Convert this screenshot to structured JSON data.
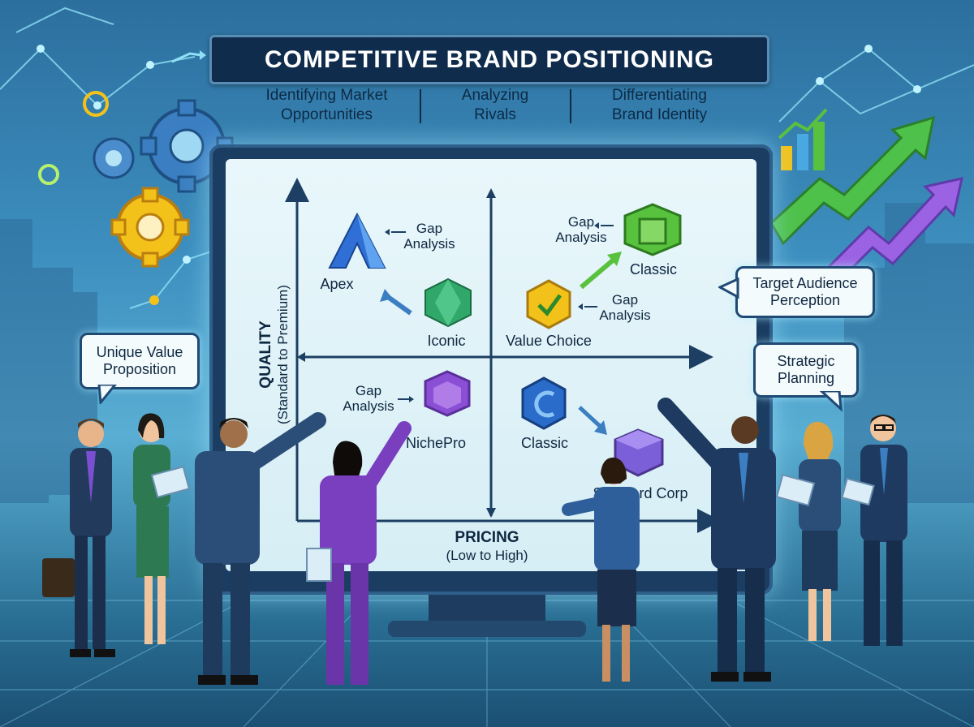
{
  "title": "COMPETITIVE BRAND POSITIONING",
  "subtitles": [
    {
      "line1": "Identifying Market",
      "line2": "Opportunities"
    },
    {
      "line1": "Analyzing",
      "line2": "Rivals"
    },
    {
      "line1": "Differentiating",
      "line2": "Brand Identity"
    }
  ],
  "chart": {
    "y_axis_title": "QUALITY",
    "y_axis_sub": "(Standard to Premium)",
    "x_axis_title": "PRICING",
    "x_axis_sub": "(Low to High)",
    "brands": {
      "apex": "Apex",
      "iconic": "Iconic",
      "value_choice": "Value Choice",
      "classic_top": "Classic",
      "nichepro": "NichePro",
      "classic_bottom": "Classic",
      "standard_corp": "Standard Corp"
    },
    "gap_labels": {
      "top_left": {
        "line1": "Gap",
        "line2": "Analysis"
      },
      "top_right_upper": {
        "line1": "Gap",
        "line2": "Analysis"
      },
      "top_right_lower": {
        "line1": "Gap",
        "line2": "Analysis"
      },
      "bottom_left": {
        "line1": "Gap",
        "line2": "Analysis"
      }
    }
  },
  "bubbles": {
    "uvp": {
      "line1": "Unique Value",
      "line2": "Proposition"
    },
    "audience": {
      "line1": "Target Audience",
      "line2": "Perception"
    },
    "strategic": {
      "line1": "Strategic",
      "line2": "Planning"
    }
  },
  "colors": {
    "title_bg": "#0f2c4d",
    "axis": "#1c3f63",
    "apex": "#2f6fd6",
    "iconic": "#2fa86a",
    "value_choice": "#f2c21a",
    "classic_top": "#58c23e",
    "nichepro": "#8b4fd6",
    "classic_bottom": "#2a6cc9",
    "standard_corp": "#7b5fd9"
  }
}
